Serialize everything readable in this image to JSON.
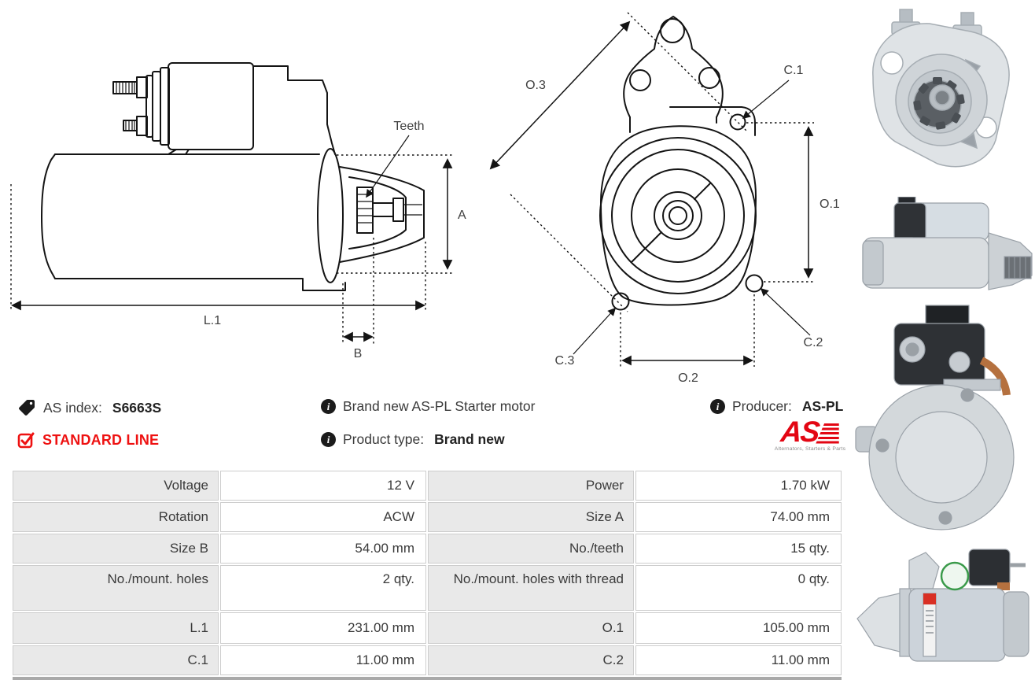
{
  "product": {
    "index_label": "AS index:",
    "index_value": "S6663S",
    "line_badge": "STANDARD LINE",
    "description": "Brand new AS-PL Starter motor",
    "product_type_label": "Product type:",
    "product_type_value": "Brand new",
    "producer_label": "Producer:",
    "producer_value": "AS-PL"
  },
  "logo": {
    "text": "AS",
    "caption": "Alternators, Starters & Parts"
  },
  "side_diagram": {
    "labels": {
      "teeth": "Teeth",
      "a": "A",
      "l1": "L.1",
      "b": "B"
    }
  },
  "front_diagram": {
    "labels": {
      "o3": "O.3",
      "o1": "O.1",
      "o2": "O.2",
      "c1": "C.1",
      "c2": "C.2",
      "c3": "C.3"
    }
  },
  "spec_table": {
    "rows": [
      [
        {
          "label": "Voltage",
          "value": "12 V"
        },
        {
          "label": "Power",
          "value": "1.70 kW"
        }
      ],
      [
        {
          "label": "Rotation",
          "value": "ACW"
        },
        {
          "label": "Size A",
          "value": "74.00 mm"
        }
      ],
      [
        {
          "label": "Size B",
          "value": "54.00 mm"
        },
        {
          "label": "No./teeth",
          "value": "15 qty."
        }
      ],
      [
        {
          "label": "No./mount. holes",
          "value": "2 qty."
        },
        {
          "label": "No./mount. holes with thread",
          "value": "0 qty."
        }
      ],
      [
        {
          "label": "L.1",
          "value": "231.00 mm"
        },
        {
          "label": "O.1",
          "value": "105.00 mm"
        }
      ],
      [
        {
          "label": "C.1",
          "value": "11.00 mm"
        },
        {
          "label": "C.2",
          "value": "11.00 mm"
        }
      ]
    ]
  },
  "colors": {
    "accent_red": "#ee1111",
    "logo_red": "#e30613",
    "line_art": "#141414",
    "table_label_bg": "#e9e9e9",
    "table_border": "#cdcdcd",
    "text": "#3a3a3a"
  }
}
